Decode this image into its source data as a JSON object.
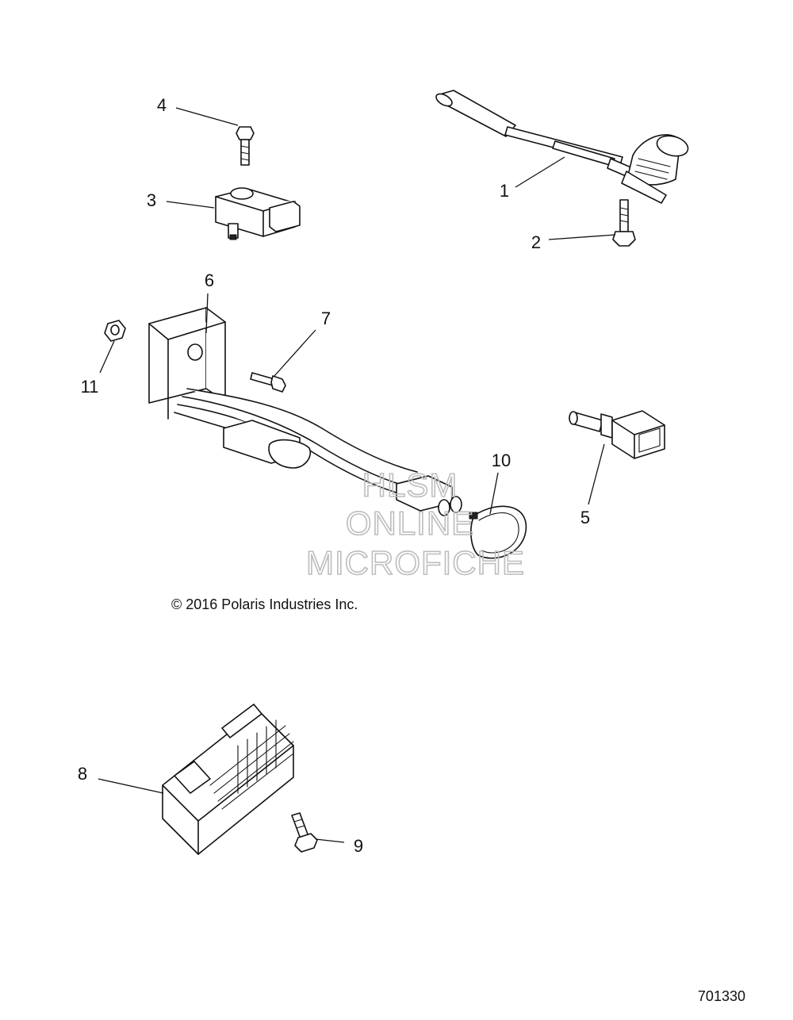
{
  "callouts": {
    "c1": "1",
    "c2": "2",
    "c3": "3",
    "c4": "4",
    "c5": "5",
    "c6": "6",
    "c7": "7",
    "c8": "8",
    "c9": "9",
    "c10": "10",
    "c11": "11"
  },
  "copyright": "© 2016  Polaris Industries Inc.",
  "figure_number": "701330",
  "watermark": {
    "line1": "HLSM",
    "line2": "ONLINE",
    "line3": "MICROFICHE"
  },
  "colors": {
    "ink": "#111111",
    "watermark": "#bdbdbd",
    "background": "#ffffff"
  }
}
